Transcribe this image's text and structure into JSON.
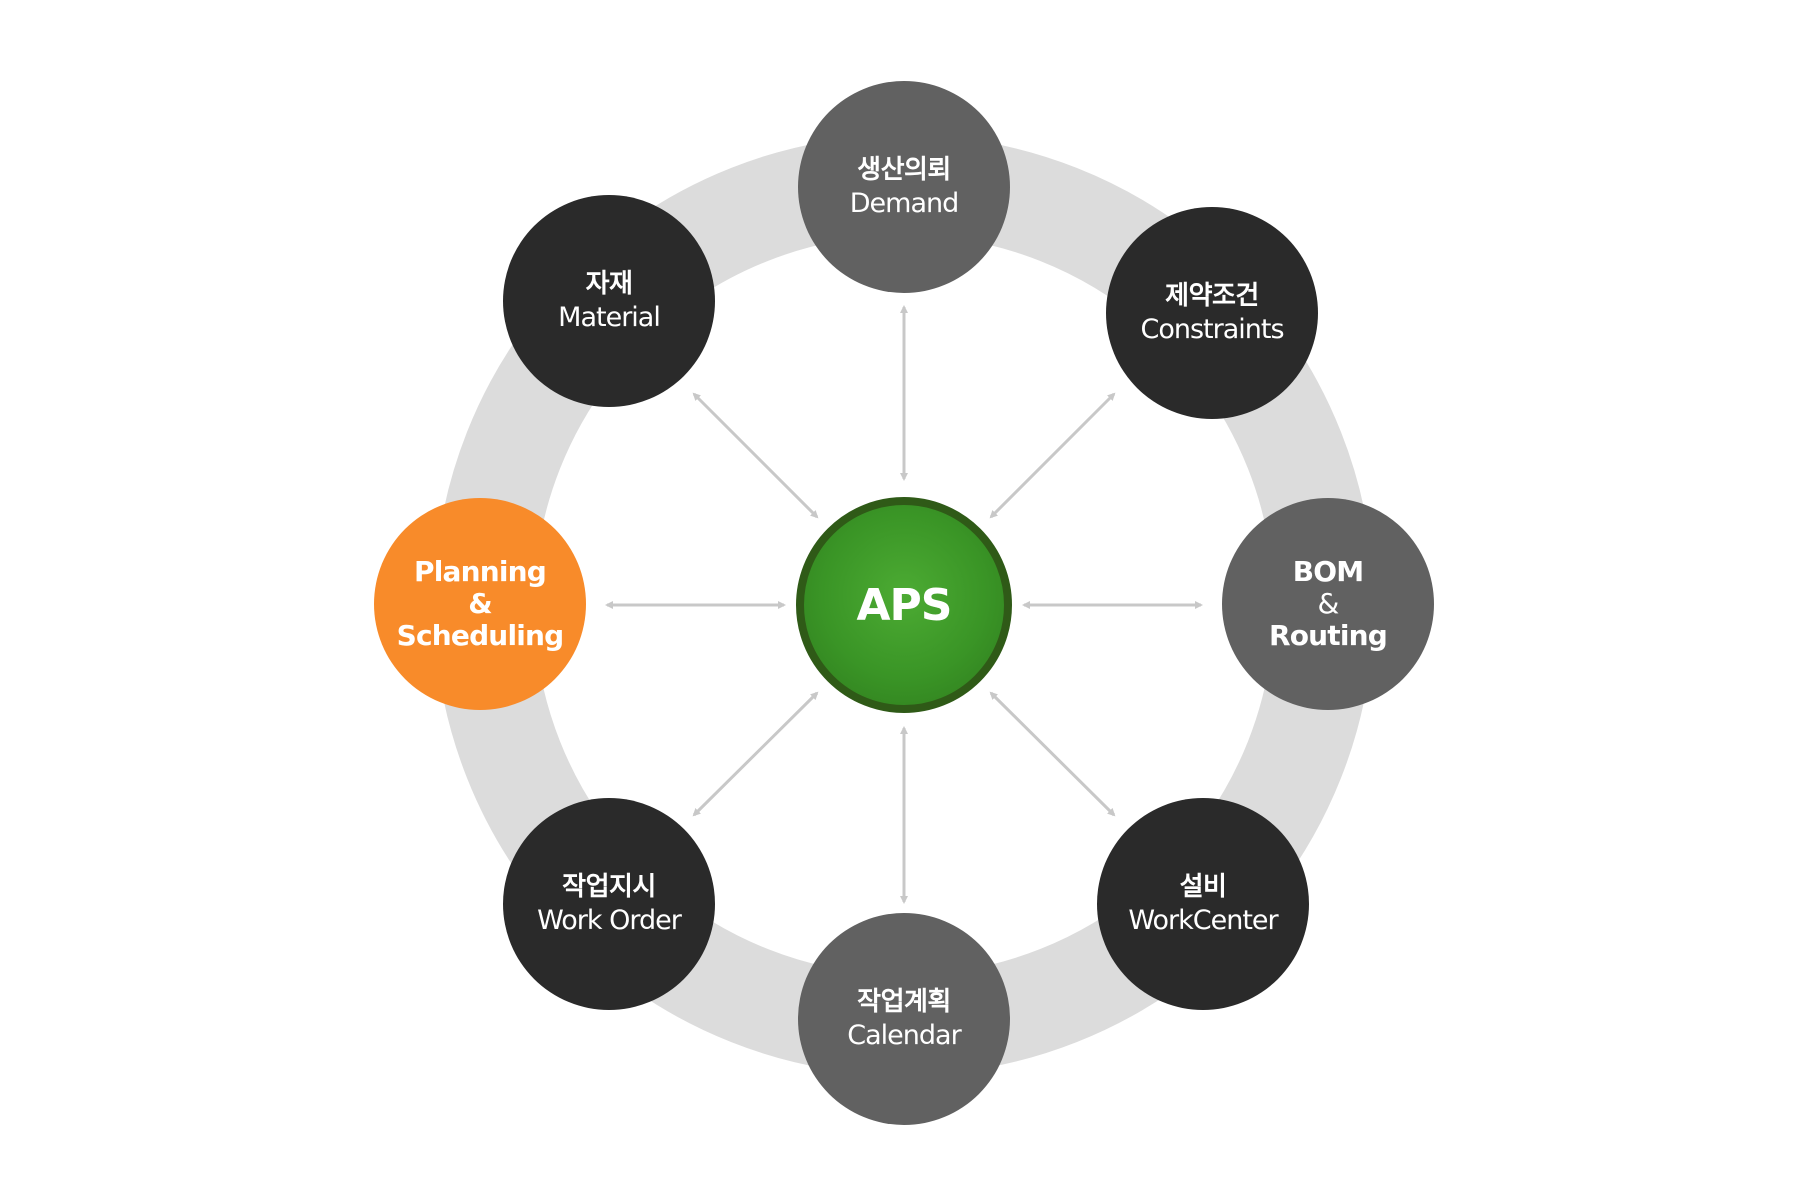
{
  "diagram": {
    "center": {
      "label": "APS",
      "color": "#3a9526"
    },
    "ring_color": "#dcdcdc",
    "arrow_color": "#c8c8c8",
    "nodes": [
      {
        "id": "demand",
        "ko": "생산의뢰",
        "en": "Demand",
        "color": "#616161"
      },
      {
        "id": "constraints",
        "ko": "제약조건",
        "en": "Constraints",
        "color": "#2a2a2a"
      },
      {
        "id": "bom-routing",
        "top": "BOM",
        "amp": "&",
        "bottom": "Routing",
        "color": "#616161"
      },
      {
        "id": "workcenter",
        "ko": "설비",
        "en": "WorkCenter",
        "color": "#2a2a2a"
      },
      {
        "id": "calendar",
        "ko": "작업계획",
        "en": "Calendar",
        "color": "#616161"
      },
      {
        "id": "work-order",
        "ko": "작업지시",
        "en": "Work Order",
        "color": "#2a2a2a"
      },
      {
        "id": "planning-scheduling",
        "top": "Planning",
        "amp": "&",
        "bottom": "Scheduling",
        "color": "#f88b2a"
      },
      {
        "id": "material",
        "ko": "자재",
        "en": "Material",
        "color": "#2a2a2a"
      }
    ]
  }
}
